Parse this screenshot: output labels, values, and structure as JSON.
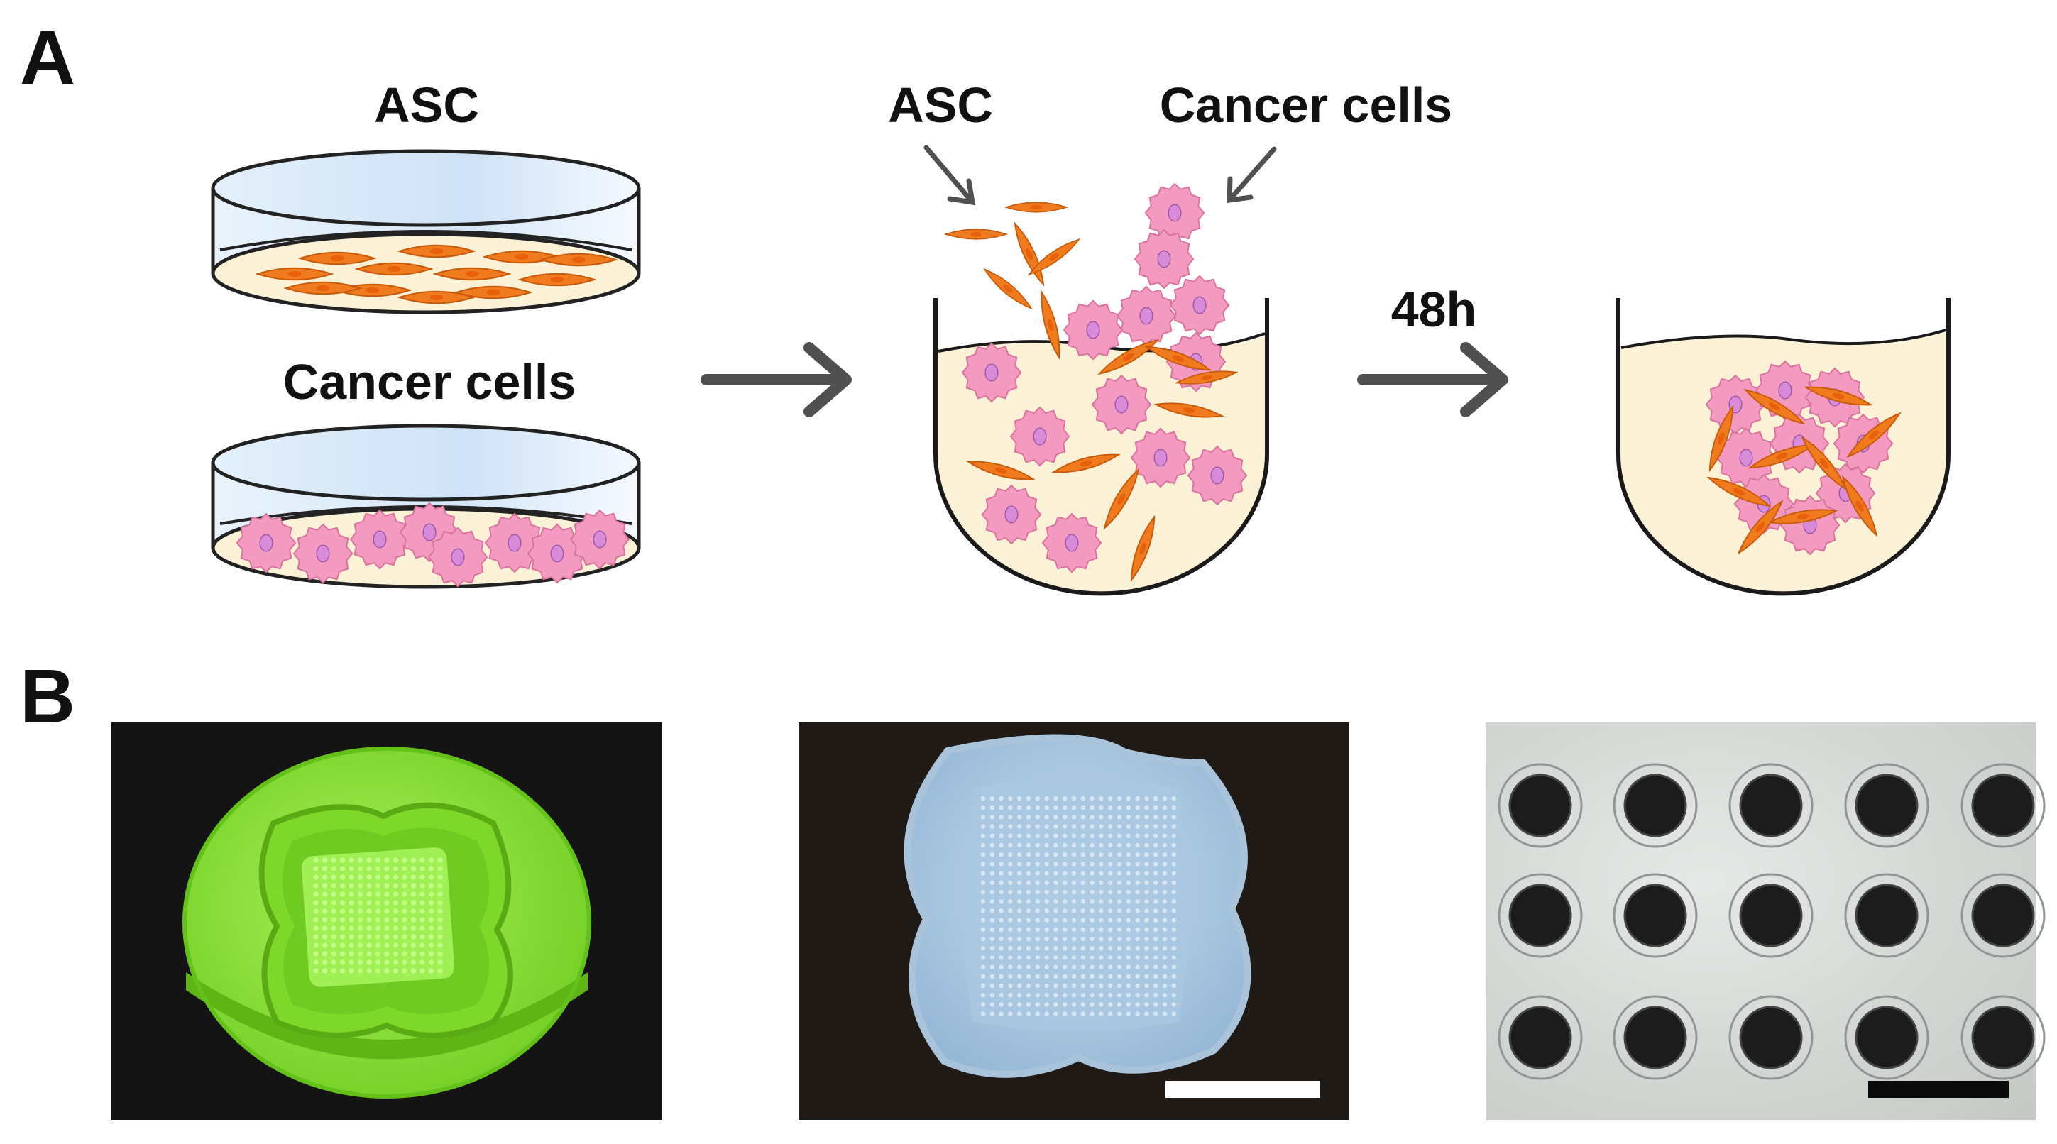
{
  "panels": {
    "a": {
      "letter": "A",
      "dish_top_label": "ASC",
      "dish_bottom_label": "Cancer cells",
      "well_asc_label": "ASC",
      "well_cancer_label": "Cancer cells",
      "incubation_label": "48h"
    },
    "b": {
      "letter": "B"
    }
  },
  "colors": {
    "asc_cell": "#f07a1e",
    "cancer_cell": "#f49ac1",
    "medium": "#fbf1d6",
    "arrow": "#505050",
    "mold": "#8fe63a",
    "hydrogel": "#b3cfe6",
    "photo_bg_dark": "#141414",
    "microwell_bg": "#d7dcd8"
  }
}
